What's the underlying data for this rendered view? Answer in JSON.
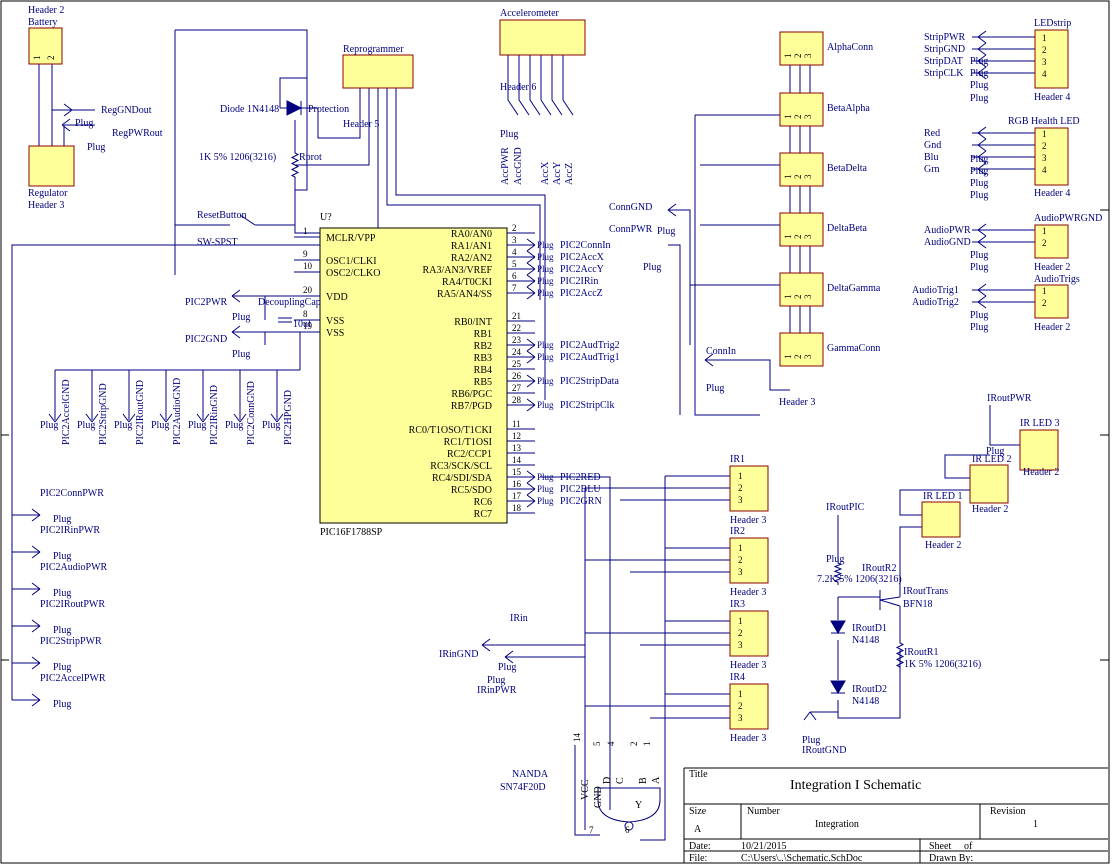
{
  "colors": {
    "wire": "#000080",
    "component_fill": "#ffff99",
    "component_stroke": "#8b0000",
    "border": "#000000"
  },
  "title_block": {
    "title_label": "Title",
    "title": "Integration I Schematic",
    "size_label": "Size",
    "size": "A",
    "number_label": "Number",
    "number": "Integration",
    "revision_label": "Revision",
    "revision": "1",
    "date_label": "Date:",
    "date": "10/21/2015",
    "sheet_label": "Sheet",
    "of_label": "of",
    "file_label": "File:",
    "file": "C:\\Users\\..\\Schematic.SchDoc",
    "drawn_label": "Drawn By:"
  },
  "mcu": {
    "designator": "U?",
    "part": "PIC16F1788SP",
    "left_pins": [
      {
        "num": "1",
        "name": "MCLR/VPP"
      },
      {
        "num": "9",
        "name": "OSC1/CLKI"
      },
      {
        "num": "10",
        "name": "OSC2/CLKO"
      },
      {
        "num": "20",
        "name": "VDD"
      },
      {
        "num": "8",
        "name": "VSS"
      },
      {
        "num": "19",
        "name": "VSS"
      }
    ],
    "right_pins": [
      {
        "num": "2",
        "name": "RA0/AN0",
        "net": ""
      },
      {
        "num": "3",
        "name": "RA1/AN1",
        "net": "PIC2ConnIn"
      },
      {
        "num": "4",
        "name": "RA2/AN2",
        "net": "PIC2AccX"
      },
      {
        "num": "5",
        "name": "RA3/AN3/VREF",
        "net": "PIC2AccY"
      },
      {
        "num": "6",
        "name": "RA4/T0CKI",
        "net": "PIC2IRin"
      },
      {
        "num": "7",
        "name": "RA5/AN4/SS",
        "net": "PIC2AccZ"
      },
      {
        "num": "21",
        "name": "RB0/INT",
        "net": ""
      },
      {
        "num": "22",
        "name": "RB1",
        "net": ""
      },
      {
        "num": "23",
        "name": "RB2",
        "net": "PIC2AudTrig2"
      },
      {
        "num": "24",
        "name": "RB3",
        "net": "PIC2AudTrig1"
      },
      {
        "num": "25",
        "name": "RB4",
        "net": ""
      },
      {
        "num": "26",
        "name": "RB5",
        "net": "PIC2StripData"
      },
      {
        "num": "27",
        "name": "RB6/PGC",
        "net": ""
      },
      {
        "num": "28",
        "name": "RB7/PGD",
        "net": "PIC2StripClk"
      },
      {
        "num": "11",
        "name": "RC0/T1OSO/T1CKI",
        "net": ""
      },
      {
        "num": "12",
        "name": "RC1/T1OSI",
        "net": ""
      },
      {
        "num": "13",
        "name": "RC2/CCP1",
        "net": ""
      },
      {
        "num": "14",
        "name": "RC3/SCK/SCL",
        "net": ""
      },
      {
        "num": "15",
        "name": "RC4/SDI/SDA",
        "net": "PIC2RED"
      },
      {
        "num": "16",
        "name": "RC5/SDO",
        "net": "PIC2BLU"
      },
      {
        "num": "17",
        "name": "RC6",
        "net": "PIC2GRN"
      },
      {
        "num": "18",
        "name": "RC7",
        "net": ""
      }
    ]
  },
  "labels": {
    "header2_battery": [
      "Header 2",
      "Battery"
    ],
    "regulator": [
      "Regulator",
      "Header 3"
    ],
    "reg_gnd_out": "RegGNDout",
    "reg_pwr_out": "RegPWRout",
    "diode": "Diode 1N4148",
    "protection": "Protection",
    "reprogrammer": "Reprogrammer",
    "header5": "Header 5",
    "rprot_val": "1K 5% 1206(3216)",
    "rprot": "Rprot",
    "reset_button": "ResetButton",
    "sw_spst": "SW-SPST",
    "pic2pwr": "PIC2PWR",
    "pic2gnd": "PIC2GND",
    "decoupling": "DecouplingCap",
    "cap_val": "10uf",
    "accelerometer": "Accelerometer",
    "header6": "Header 6",
    "acc_nets": [
      "AccPWR",
      "AccGND",
      "AccX",
      "AccY",
      "AccZ"
    ],
    "plug": "Plug",
    "gnd_nets": [
      "PIC2AccelGND",
      "PIC2StripGND",
      "PIC2IRoutGND",
      "PIC2AudioGND",
      "PIC2IRinGND",
      "PIC2ConnGND",
      "PIC2HPGND"
    ],
    "pwr_nets": [
      "PIC2ConnPWR",
      "PIC2IRinPWR",
      "PIC2AudioPWR",
      "PIC2IRoutPWR",
      "PIC2StripPWR",
      "PIC2AccelPWR"
    ],
    "conn_headers": [
      "AlphaConn",
      "BetaAlpha",
      "BetaDelta",
      "DeltaBeta",
      "DeltaGamma",
      "GammaConn"
    ],
    "conn_gnd": "ConnGND",
    "conn_pwr": "ConnPWR",
    "conn_in": "ConnIn",
    "header3": "Header 3",
    "led_strip": "LEDstrip",
    "strip_nets": [
      "StripPWR",
      "StripGND",
      "StripDAT",
      "StripCLK"
    ],
    "header4": "Header 4",
    "rgb_led": "RGB Health LED",
    "rgb_nets": [
      "Red",
      "Gnd",
      "Blu",
      "Grn"
    ],
    "audio_pwr_gnd": "AudioPWRGND",
    "audio_nets": [
      "AudioPWR",
      "AudioGND"
    ],
    "header2": "Header 2",
    "audio_trigs": "AudioTrigs",
    "trig_nets": [
      "AudioTrig1",
      "AudioTrig2"
    ],
    "ir_recv": [
      "IR1",
      "IR2",
      "IR3",
      "IR4"
    ],
    "irin": "IRin",
    "irin_gnd": "IRinGND",
    "irin_pwr": "IRinPWR",
    "nand": [
      "NANDA",
      "SN74F20D"
    ],
    "nand_pins": [
      "14",
      "5",
      "4",
      "2",
      "1",
      "7",
      "6"
    ],
    "nand_letters": [
      "D",
      "C",
      "B",
      "A",
      "Y"
    ],
    "vcc": "VCC",
    "gnd": "GND",
    "ir_out_pwr": "IRoutPWR",
    "ir_led": [
      "IR LED 1",
      "IR LED 2",
      "IR LED 3"
    ],
    "ir_out_pic": "IRoutPIC",
    "ir_out_r2": "IRoutR2",
    "r2_val": "7.2K 5% 1206(3216)",
    "ir_out_trans": "IRoutTrans",
    "trans_part": "BFN18",
    "ir_out_d1": "IRoutD1",
    "ir_out_d2": "IRoutD2",
    "diode_part": "N4148",
    "ir_out_r1": "IRoutR1",
    "r1_val": "1K 5% 1206(3216)",
    "ir_out_gnd": "IRoutGND"
  }
}
